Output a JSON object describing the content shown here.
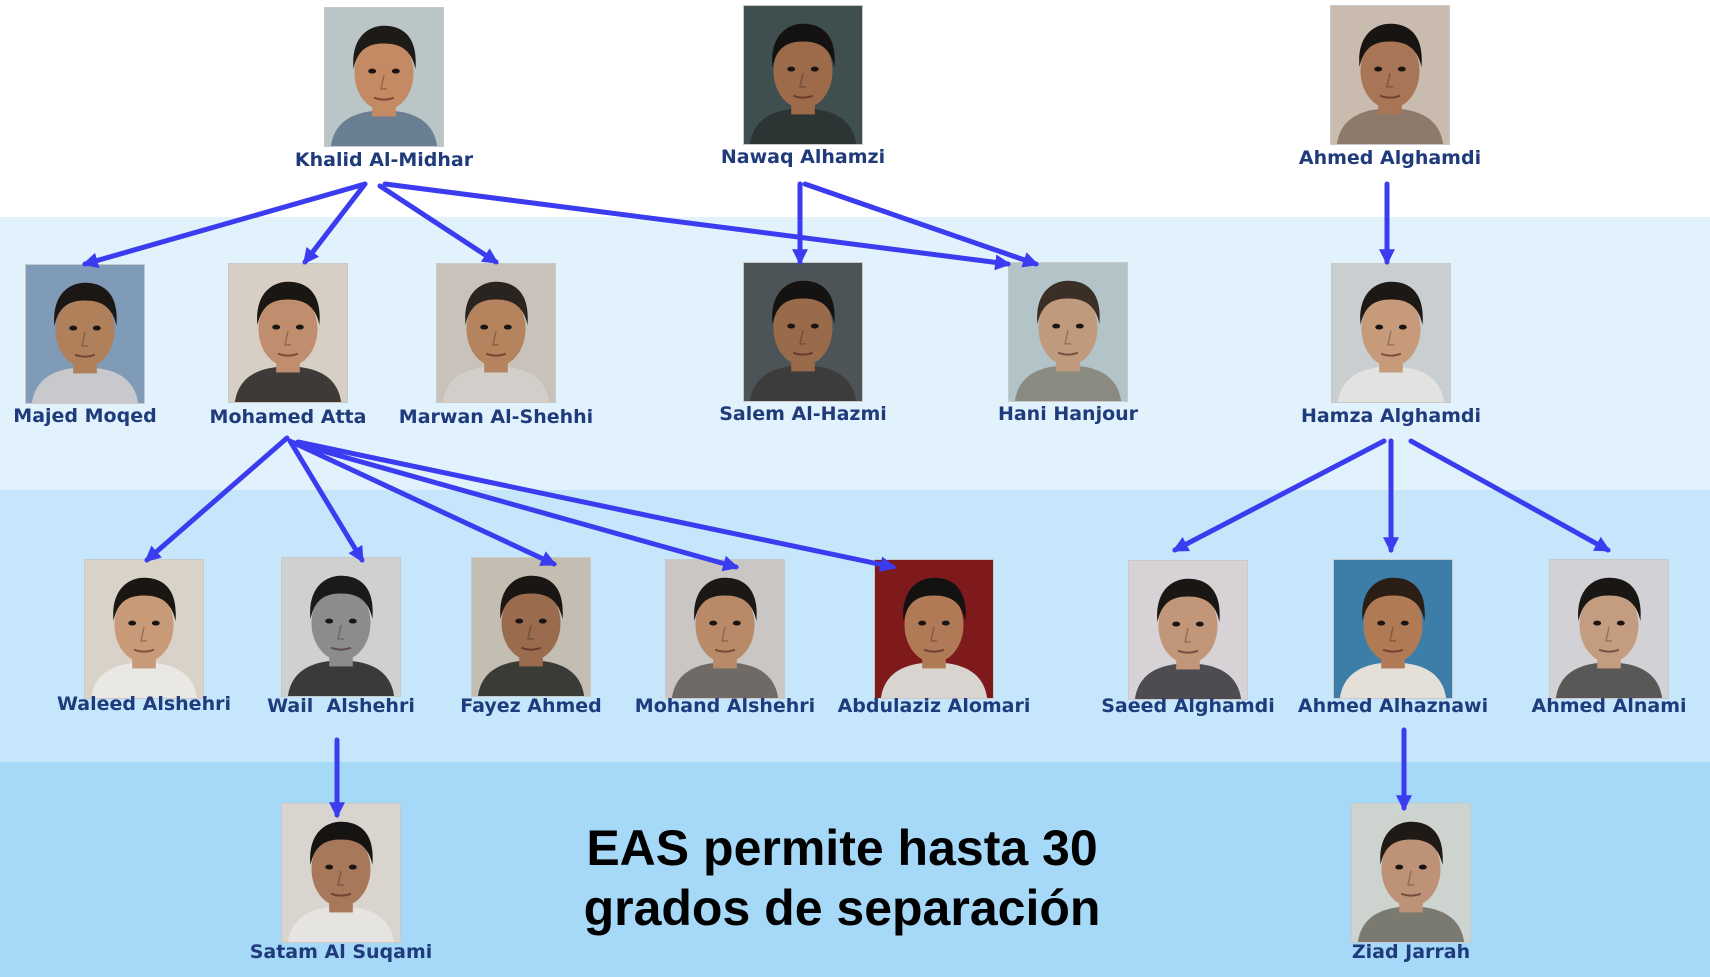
{
  "headline": {
    "line1": "EAS permite hasta 30",
    "line2": "grados de separación"
  },
  "colors": {
    "arrow": "#3b3bf0",
    "name_text": "#1f3b7c",
    "headline_text": "#000000"
  },
  "people": [
    {
      "id": "khalid-al-midhar",
      "name": "Khalid Al-Midhar",
      "level": 0,
      "photo": {
        "bg": "#b9c5c6",
        "skin": "#c48a64",
        "hair": "#1e1a18",
        "shirt": "#6b7f93"
      }
    },
    {
      "id": "nawaq-alhamzi",
      "name": "Nawaq Alhamzi",
      "level": 0,
      "photo": {
        "bg": "#3f4f4f",
        "skin": "#9d6a4a",
        "hair": "#141210",
        "shirt": "#2d3434"
      }
    },
    {
      "id": "ahmed-alghamdi",
      "name": "Ahmed Alghamdi",
      "level": 0,
      "photo": {
        "bg": "#c9bcae",
        "skin": "#a87556",
        "hair": "#181412",
        "shirt": "#8e7a6a"
      }
    },
    {
      "id": "majed-moqed",
      "name": "Majed Moqed",
      "level": 1,
      "photo": {
        "bg": "#7f9bb7",
        "skin": "#b0805a",
        "hair": "#1b1715",
        "shirt": "#c7c9cc"
      }
    },
    {
      "id": "mohamed-atta",
      "name": "Mohamed Atta",
      "level": 1,
      "photo": {
        "bg": "#d8cfc4",
        "skin": "#c08e6e",
        "hair": "#1a1614",
        "shirt": "#3e3a38"
      }
    },
    {
      "id": "marwan-al-shehhi",
      "name": "Marwan Al-Shehhi",
      "level": 1,
      "photo": {
        "bg": "#c8c2bb",
        "skin": "#b5845f",
        "hair": "#2a2420",
        "shirt": "#d2cfcb"
      }
    },
    {
      "id": "salem-al-hazmi",
      "name": "Salem Al-Hazmi",
      "level": 1,
      "photo": {
        "bg": "#4d5458",
        "skin": "#9a6b4b",
        "hair": "#151311",
        "shirt": "#3c3c3c"
      }
    },
    {
      "id": "hani-hanjour",
      "name": "Hani Hanjour",
      "level": 1,
      "photo": {
        "bg": "#b3c4c8",
        "skin": "#c09a7c",
        "hair": "#3a2e26",
        "shirt": "#8a8a80"
      }
    },
    {
      "id": "hamza-alghamdi",
      "name": "Hamza Alghamdi",
      "level": 1,
      "photo": {
        "bg": "#c9cfd1",
        "skin": "#c79a7a",
        "hair": "#1c1816",
        "shirt": "#e2e2e0"
      }
    },
    {
      "id": "waleed-alshehri",
      "name": "Waleed Alshehri",
      "level": 2,
      "photo": {
        "bg": "#d9d2c9",
        "skin": "#c99a78",
        "hair": "#1a1614",
        "shirt": "#eae8e4"
      }
    },
    {
      "id": "wail-alshehri",
      "name": "Wail  Alshehri",
      "level": 2,
      "photo": {
        "bg": "#d0d0d0",
        "skin": "#8c8c8c",
        "hair": "#1a1a1a",
        "shirt": "#3a3a3a"
      }
    },
    {
      "id": "fayez-ahmed",
      "name": "Fayez Ahmed",
      "level": 2,
      "photo": {
        "bg": "#c4bdb2",
        "skin": "#9a6b4d",
        "hair": "#1a1614",
        "shirt": "#3a3a36"
      }
    },
    {
      "id": "mohand-alshehri",
      "name": "Mohand Alshehri",
      "level": 2,
      "photo": {
        "bg": "#c9c6c4",
        "skin": "#b88a68",
        "hair": "#1c1816",
        "shirt": "#6f6a66"
      }
    },
    {
      "id": "abdulaziz-alomari",
      "name": "Abdulaziz Alomari",
      "level": 2,
      "photo": {
        "bg": "#7e1a1c",
        "skin": "#b07a56",
        "hair": "#141210",
        "shirt": "#d8d4cf"
      }
    },
    {
      "id": "saeed-alghamdi",
      "name": "Saeed Alghamdi",
      "level": 2,
      "photo": {
        "bg": "#d6d2d6",
        "skin": "#c29678",
        "hair": "#1a1614",
        "shirt": "#4c4c52"
      }
    },
    {
      "id": "ahmed-alhaznawi",
      "name": "Ahmed Alhaznawi",
      "level": 2,
      "photo": {
        "bg": "#3d7ea8",
        "skin": "#b07a54",
        "hair": "#2a1e16",
        "shirt": "#e4e0d8"
      }
    },
    {
      "id": "ahmed-alnami",
      "name": "Ahmed Alnami",
      "level": 2,
      "photo": {
        "bg": "#d2d2d6",
        "skin": "#c49c80",
        "hair": "#1a1614",
        "shirt": "#5a5856"
      }
    },
    {
      "id": "satam-al-suqami",
      "name": "Satam Al Suqami",
      "level": 3,
      "photo": {
        "bg": "#d9d4cd",
        "skin": "#a8785a",
        "hair": "#161412",
        "shirt": "#e6e4e0"
      }
    },
    {
      "id": "ziad-jarrah",
      "name": "Ziad Jarrah",
      "level": 3,
      "photo": {
        "bg": "#cdd3cf",
        "skin": "#bd9276",
        "hair": "#201a16",
        "shirt": "#7a7a70"
      }
    }
  ],
  "links": [
    {
      "from": "khalid-al-midhar",
      "to": "majed-moqed"
    },
    {
      "from": "khalid-al-midhar",
      "to": "mohamed-atta"
    },
    {
      "from": "khalid-al-midhar",
      "to": "marwan-al-shehhi"
    },
    {
      "from": "khalid-al-midhar",
      "to": "hani-hanjour"
    },
    {
      "from": "nawaq-alhamzi",
      "to": "salem-al-hazmi"
    },
    {
      "from": "nawaq-alhamzi",
      "to": "hani-hanjour"
    },
    {
      "from": "ahmed-alghamdi",
      "to": "hamza-alghamdi"
    },
    {
      "from": "mohamed-atta",
      "to": "waleed-alshehri"
    },
    {
      "from": "mohamed-atta",
      "to": "wail-alshehri"
    },
    {
      "from": "mohamed-atta",
      "to": "fayez-ahmed"
    },
    {
      "from": "mohamed-atta",
      "to": "mohand-alshehri"
    },
    {
      "from": "mohamed-atta",
      "to": "abdulaziz-alomari"
    },
    {
      "from": "hamza-alghamdi",
      "to": "saeed-alghamdi"
    },
    {
      "from": "hamza-alghamdi",
      "to": "ahmed-alhaznawi"
    },
    {
      "from": "hamza-alghamdi",
      "to": "ahmed-alnami"
    },
    {
      "from": "wail-alshehri",
      "to": "satam-al-suqami"
    },
    {
      "from": "ahmed-alhaznawi",
      "to": "ziad-jarrah"
    }
  ]
}
